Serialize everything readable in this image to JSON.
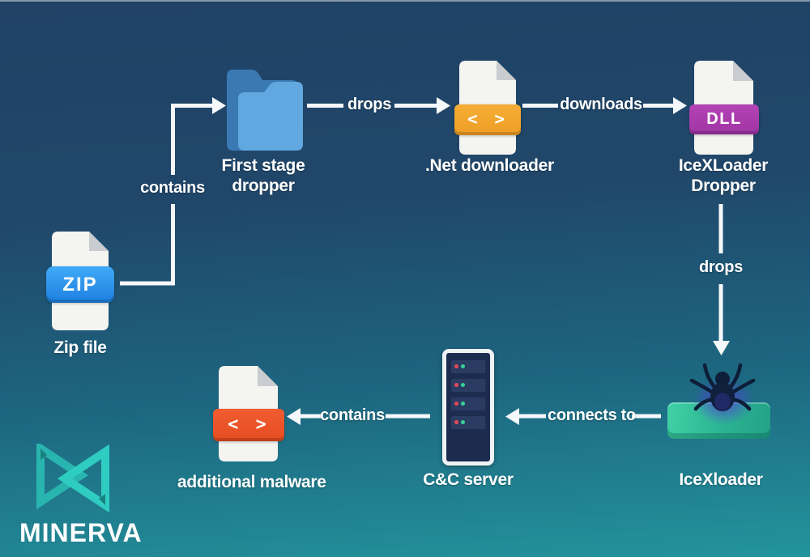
{
  "brand": {
    "name": "MINERVA"
  },
  "nodes": {
    "zip": {
      "label": "Zip file",
      "badge": "ZIP",
      "icon": "zip-file-icon"
    },
    "dropper": {
      "label": "First stage dropper",
      "icon": "folder-icon"
    },
    "net": {
      "label": ".Net downloader",
      "badge": "< >",
      "icon": "code-file-icon"
    },
    "dll": {
      "label": "IceXLoader Dropper",
      "badge": "DLL",
      "icon": "dll-file-icon"
    },
    "loader": {
      "label": "IceXloader",
      "icon": "spider-icon"
    },
    "server": {
      "label": "C&C server",
      "icon": "server-icon"
    },
    "malware": {
      "label": "additional malware",
      "badge": "< >",
      "icon": "code-file-icon"
    }
  },
  "edges": {
    "zip_to_dropper": {
      "label": "contains"
    },
    "dropper_to_net": {
      "label": "drops"
    },
    "net_to_dll": {
      "label": "downloads"
    },
    "dll_to_loader": {
      "label": "drops"
    },
    "loader_to_server": {
      "label": "connects to"
    },
    "server_to_malware": {
      "label": "contains"
    }
  },
  "colors": {
    "background_top": "#1f4265",
    "background_bottom": "#23949c",
    "zip_badge": "#2b93ec",
    "net_badge": "#f2a42d",
    "dll_badge": "#aa3baa",
    "malware_badge": "#ea5329",
    "folder_back": "#3b79b3",
    "folder_front": "#61a7e0",
    "platform_green": "#2fbf95",
    "logo_teal": "#2cc5bc",
    "arrow_white": "#f5f8fa"
  }
}
